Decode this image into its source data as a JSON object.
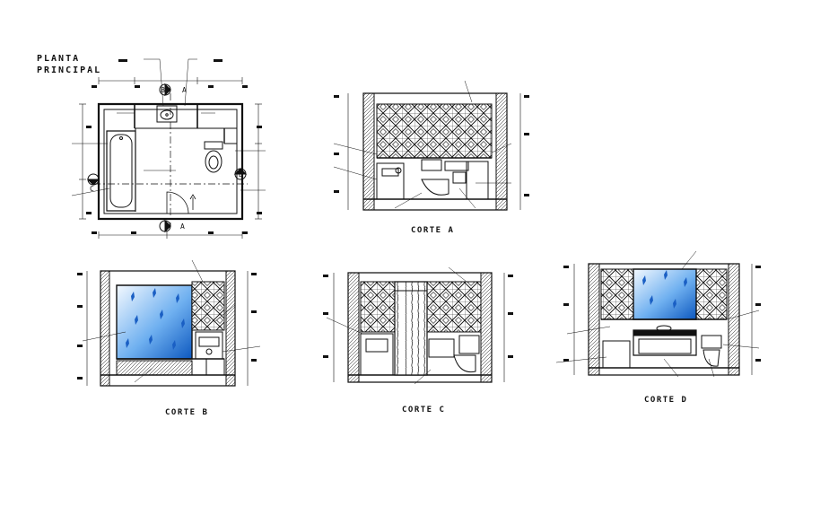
{
  "titles": {
    "plan_line1": "PLANTA",
    "plan_line2": "PRINCIPAL",
    "corte_a": "CORTE A",
    "corte_b": "CORTE B",
    "corte_c": "CORTE C",
    "corte_d": "CORTE D"
  },
  "section_marks": {
    "b": "B",
    "a": "A",
    "c": "C",
    "d": "D"
  },
  "colors": {
    "line": "#111111",
    "mirror_light": "#dfeefe",
    "mirror_dark": "#1f6fd0",
    "background": "#ffffff"
  }
}
